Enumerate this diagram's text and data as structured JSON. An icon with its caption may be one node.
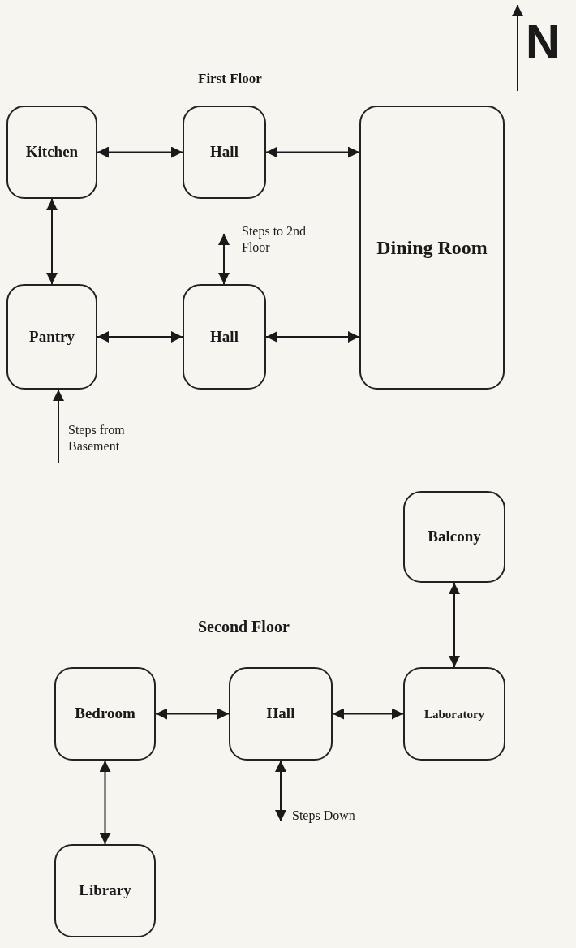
{
  "diagram": {
    "nodes": [
      {
        "text": [
          "Kitchen"
        ]
      },
      {
        "text": [
          "Hall"
        ]
      },
      {
        "text": [
          "Dining Room"
        ]
      },
      {
        "text": [
          "Pantry"
        ]
      },
      {
        "text": [
          "Hall"
        ]
      },
      {
        "text": [
          "Balcony"
        ]
      },
      {
        "text": [
          "Bedroom"
        ]
      },
      {
        "text": [
          "Hall"
        ]
      },
      {
        "text": [
          "Laboratory"
        ]
      },
      {
        "text": [
          "Library"
        ]
      }
    ],
    "edges": [
      {
        "from": 0,
        "to": 1,
        "arrow": "both"
      },
      {
        "from": 1,
        "to": 2,
        "arrow": "both"
      },
      {
        "from": 0,
        "to": 3,
        "arrow": "both"
      },
      {
        "from": null,
        "to": 4,
        "arrow": "both",
        "label": "Steps to 2nd Floor"
      },
      {
        "from": 3,
        "to": 4,
        "arrow": "both"
      },
      {
        "from": 4,
        "to": 2,
        "arrow": "both"
      },
      {
        "from": null,
        "to": 3,
        "arrow": "to",
        "label": "Steps from Basement"
      },
      {
        "from": 5,
        "to": 8,
        "arrow": "both"
      },
      {
        "from": 6,
        "to": 7,
        "arrow": "both"
      },
      {
        "from": 7,
        "to": 8,
        "arrow": "both"
      },
      {
        "from": 6,
        "to": 9,
        "arrow": "both"
      },
      {
        "from": 7,
        "to": null,
        "arrow": "both",
        "label": "Steps Down"
      }
    ],
    "labels": [
      "N",
      "First Floor",
      "Second Floor"
    ]
  }
}
